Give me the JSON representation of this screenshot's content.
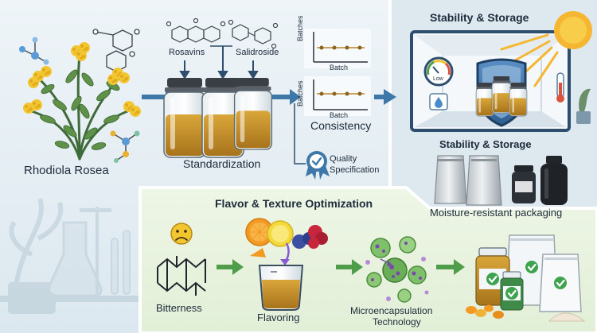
{
  "process": {
    "plant_label": "Rhodiola Rosea",
    "compound_1": "Rosavins",
    "compound_2": "Salidroside",
    "standardization_label": "Standardization",
    "chart_axis_y": "Batches",
    "chart_axis_x": "Batch",
    "consistency_label": "Consistency",
    "quality_label_1": "Quality",
    "quality_label_2": "Specification"
  },
  "storage": {
    "title_top": "Stability & Storage",
    "gauge_label": "Low",
    "title_mid": "Stability & Storage",
    "packaging_label": "Moisture-resistant packaging"
  },
  "flavor": {
    "title": "Flavor & Texture Optimization",
    "bitterness_label": "Bitterness",
    "flavoring_label": "Flavoring",
    "micro_label_1": "Microencapsulation",
    "micro_label_2": "Technology"
  },
  "colors": {
    "arrow_blue": "#3d78a8",
    "arrow_green": "#4f9d4a",
    "amber_liquid": "#c8952a",
    "flower_yellow": "#f2c631",
    "check_green": "#3fa34d"
  }
}
